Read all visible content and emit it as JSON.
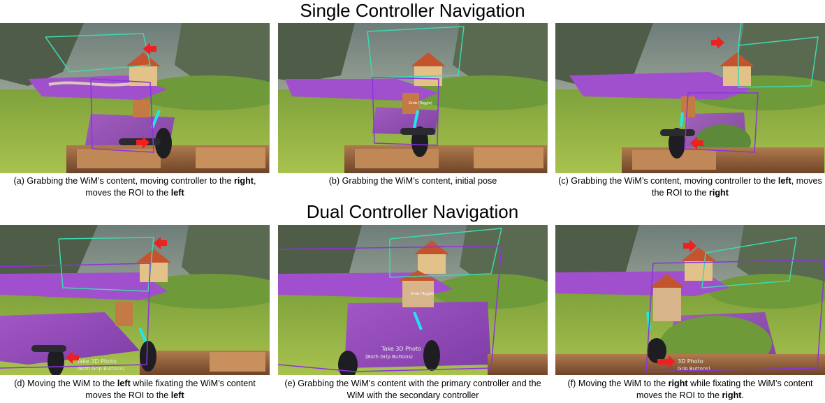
{
  "titles": {
    "single": "Single Controller Navigation",
    "dual": "Dual Controller Navigation"
  },
  "panels": [
    {
      "id": "a",
      "caption": [
        "(a) Grabbing the WiM’s content, moving controller to the ",
        "right",
        ", moves the ROI to the ",
        "left",
        ""
      ]
    },
    {
      "id": "b",
      "caption": [
        "(b) Grabbing the WiM’s content, initial pose",
        "",
        "",
        "",
        ""
      ]
    },
    {
      "id": "c",
      "caption": [
        "(c) Grabbing the WiM’s content, moving controller to the ",
        "left",
        ", moves the ROI to the ",
        "right",
        ""
      ]
    },
    {
      "id": "d",
      "caption": [
        "(d) Moving the WiM to the ",
        "left",
        " while fixating the WiM’s content moves the ROI to the ",
        "left",
        ""
      ]
    },
    {
      "id": "e",
      "caption": [
        "(e) Grabbing the WiM’s content with the primary controller and the WiM with the secondary controller",
        "",
        "",
        "",
        ""
      ]
    },
    {
      "id": "f",
      "caption": [
        "(f) Moving the WiM to the ",
        "right",
        " while fixating the WiM’s content moves the ROI to the ",
        "right",
        "."
      ]
    }
  ],
  "labels": {
    "grab_toggle": "Grab (Toggle)",
    "take_photo_d": "Take 3D Photo",
    "grip_d": "(Both Grip Buttons)",
    "take_photo_e": "Take 3D Photo",
    "grip_e": "(Both Grip Buttons)",
    "photo_f": "3D Photo",
    "grip_f": "Grip Buttons)"
  },
  "colors": {
    "roi_box": "#3fd8b0",
    "wim_box": "#8a35d8",
    "arrow": "#ee2020",
    "ray": "#22e6ee"
  }
}
